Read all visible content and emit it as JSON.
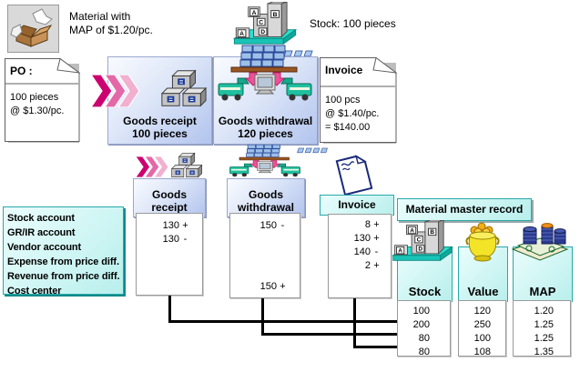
{
  "colors": {
    "process_box_blue": "#b2c4ee",
    "cyan_fill": "#cdf5f3",
    "teal_border": "#2aa8a8",
    "chevron_dark": "#cc0070",
    "chevron_mid": "#e468a8",
    "chevron_light": "#f2b0d0",
    "connector": "#000000",
    "truck_teal": "#1fc0a0",
    "cube_blue": "#9ec0e8",
    "pot_yellow": "#f4e428"
  },
  "top": {
    "material_note_line1": "Material with",
    "material_note_line2": "MAP of $1.20/pc.",
    "stock_note": "Stock: 100 pieces"
  },
  "po_note": {
    "title": "PO :",
    "lines": [
      "100 pieces",
      "@ $1.30/pc."
    ]
  },
  "invoice_note": {
    "title": "Invoice",
    "lines": [
      "100 pcs",
      "@ $1.40/pc.",
      "= $140.00"
    ]
  },
  "process_row": {
    "goods_receipt": {
      "label_line1": "Goods receipt",
      "label_line2": "100 pieces"
    },
    "goods_withdrawal": {
      "label_line1": "Goods withdrawal",
      "label_line2": "120 pieces"
    }
  },
  "taccounts": {
    "receipt": {
      "title_line1": "Goods",
      "title_line2": "receipt",
      "entries": [
        {
          "v": "130",
          "s": "+"
        },
        {
          "v": "130",
          "s": "-"
        }
      ]
    },
    "withdrawal": {
      "title_line1": "Goods",
      "title_line2": "withdrawal",
      "top_entries": [
        {
          "v": "150",
          "s": "-"
        }
      ],
      "bottom_entries": [
        {
          "v": "150",
          "s": "+"
        }
      ]
    },
    "invoice": {
      "title": "Invoice",
      "entries": [
        {
          "v": "8",
          "s": "+"
        },
        {
          "v": "130",
          "s": "+"
        },
        {
          "v": "140",
          "s": "-"
        },
        {
          "v": "2",
          "s": "+"
        }
      ]
    }
  },
  "accounts": {
    "items": [
      "Stock account",
      "GR/IR account",
      "Vendor account",
      "Expense from price diff.",
      "Revenue from price diff.",
      "Cost center"
    ]
  },
  "master_record": {
    "title": "Material master record",
    "columns": [
      {
        "label": "Stock",
        "values": [
          "100",
          "200",
          "80",
          "80"
        ]
      },
      {
        "label": "Value",
        "values": [
          "120",
          "250",
          "100",
          "108"
        ]
      },
      {
        "label": "MAP",
        "values": [
          "1.20",
          "1.25",
          "1.25",
          "1.35"
        ]
      }
    ]
  }
}
